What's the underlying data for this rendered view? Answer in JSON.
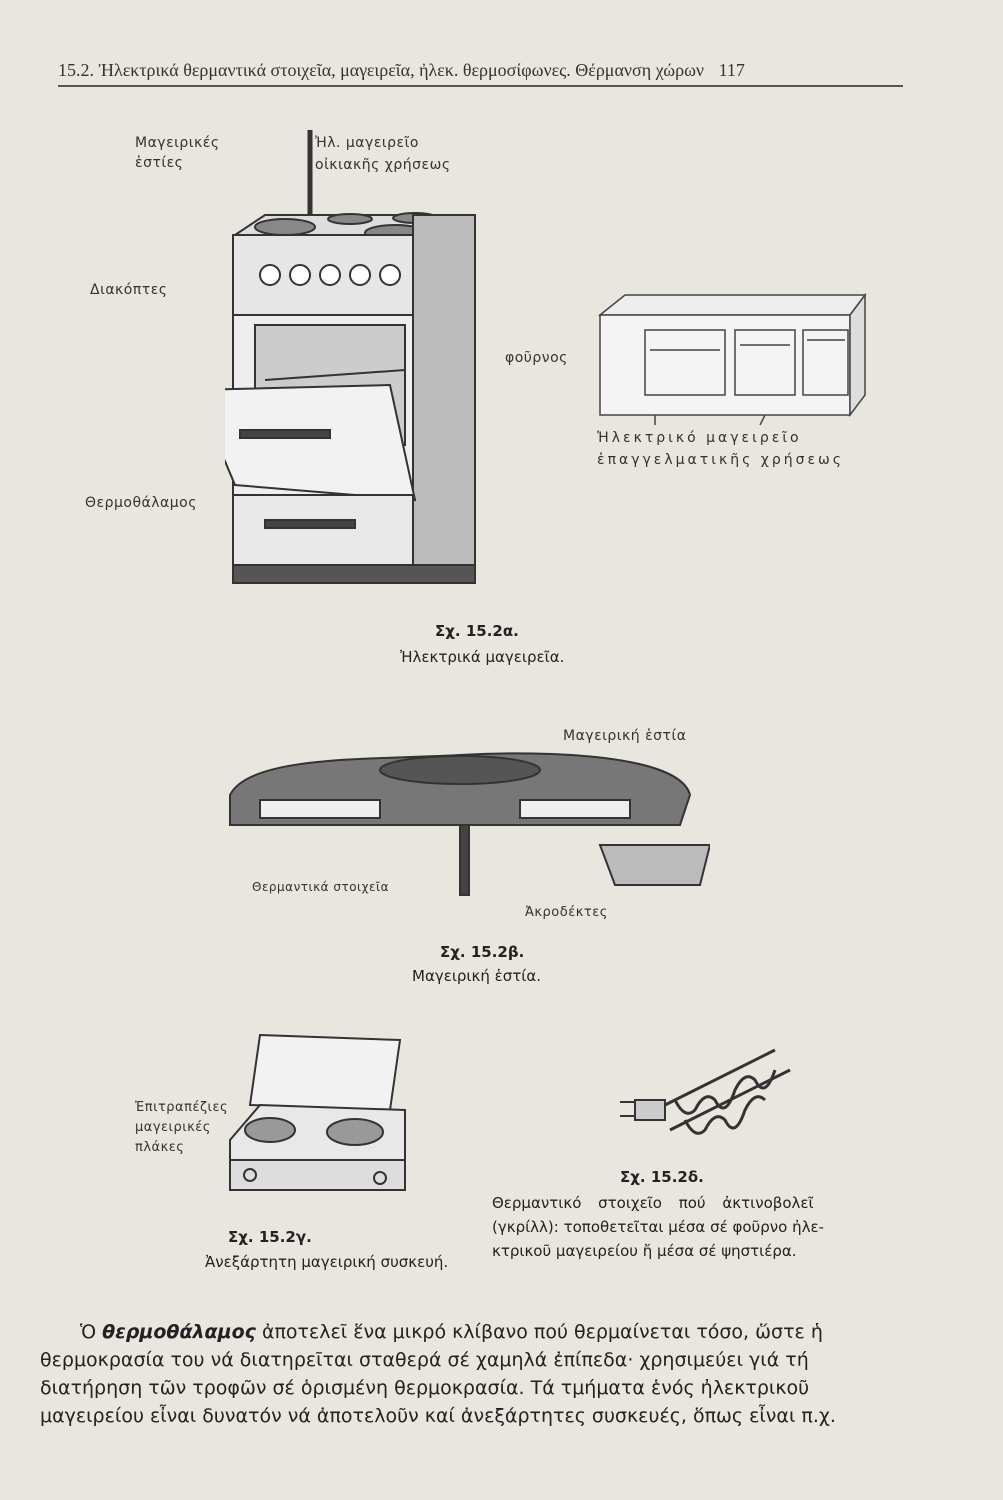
{
  "header": {
    "title": "15.2. Ἠλεκτρικά θερμαντικά στοιχεῖα, μαγειρεῖα, ἠλεκ. θερμοσίφωνες. Θέρμανση χώρων",
    "page_number": "117"
  },
  "fig_a": {
    "labels": {
      "burners": "Μαγειρικές ἑστίες",
      "stove_line1": "Ἠλ. μαγειρεῖο",
      "stove_line2": "οἰκιακῆς χρήσεως",
      "switches": "Διακόπτες",
      "oven": "φοῦρνος",
      "warming_drawer": "Θερμοθάλαμος",
      "pro_line1": "Ἠλεκτρικό μαγειρεῖο",
      "pro_line2": "ἐπαγγελματικῆς χρήσεως"
    },
    "caption_number": "Σχ. 15.2α.",
    "caption_text": "Ἠλεκτρικά μαγειρεῖα."
  },
  "fig_b": {
    "labels": {
      "hob": "Μαγειρική ἑστία",
      "elements": "Θερμαντικά στοιχεῖα",
      "terminals": "Ἀκροδέκτες"
    },
    "caption_number": "Σχ. 15.2β.",
    "caption_text": "Μαγειρική ἑστία."
  },
  "fig_c": {
    "labels": {
      "line1": "Ἐπιτραπέζιες",
      "line2": "μαγειρικές",
      "line3": "πλάκες"
    },
    "caption_number": "Σχ. 15.2γ.",
    "caption_text": "Ἀνεξάρτητη μαγειρική συσκευή."
  },
  "fig_d": {
    "caption_number": "Σχ. 15.2δ.",
    "caption_lines": [
      "Θερμαντικό στοιχεῖο πού ἀκτινοβολεῖ",
      "(γκρίλλ): τοποθετεῖται μέσα σέ φοῦρνο ἠλε-",
      "κτρικοῦ μαγειρείου ἤ μέσα σέ ψηστιέρα."
    ]
  },
  "paragraph": {
    "lead": "Ὁ ",
    "term": "θερμοθάλαμος",
    "lines": [
      " ἀποτελεῖ ἕνα μικρό κλίβανο πού θερμαίνεται τόσο, ὥστε ἡ",
      "θερμοκρασία του νά διατηρεῖται σταθερά σέ χαμηλά ἐπίπεδα· χρησιμεύει γιά τή",
      "διατήρηση τῶν τροφῶν σέ ὁρισμένη θερμοκρασία. Τά τμήματα ἑνός ἠλεκτρικοῦ",
      "μαγειρείου εἶναι δυνατόν νά ἀποτελοῦν καί ἀνεξάρτητες συσκευές, ὅπως εἶναι π.χ."
    ]
  }
}
